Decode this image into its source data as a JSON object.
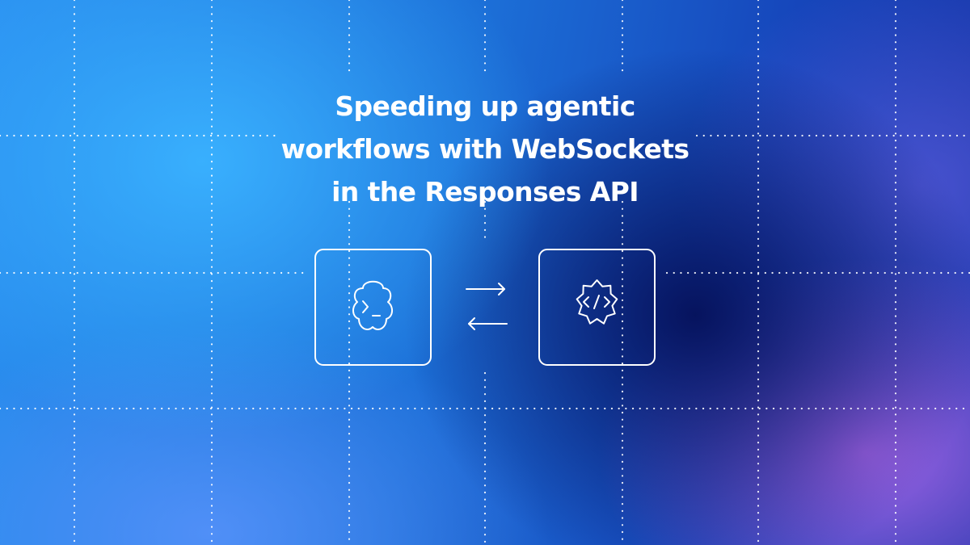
{
  "title_lines": [
    "Speeding up agentic",
    "workflows with WebSockets",
    "in the Responses API"
  ],
  "icons": {
    "left": "terminal-prompt-icon",
    "middle": "bidirectional-arrows-icon",
    "right": "code-brackets-icon"
  },
  "colors": {
    "text": "#ffffff",
    "background_primary": "#1d6fd8",
    "background_highlight": "#3ab2ff",
    "background_dark": "#06125c",
    "background_accent": "#b068ec"
  }
}
